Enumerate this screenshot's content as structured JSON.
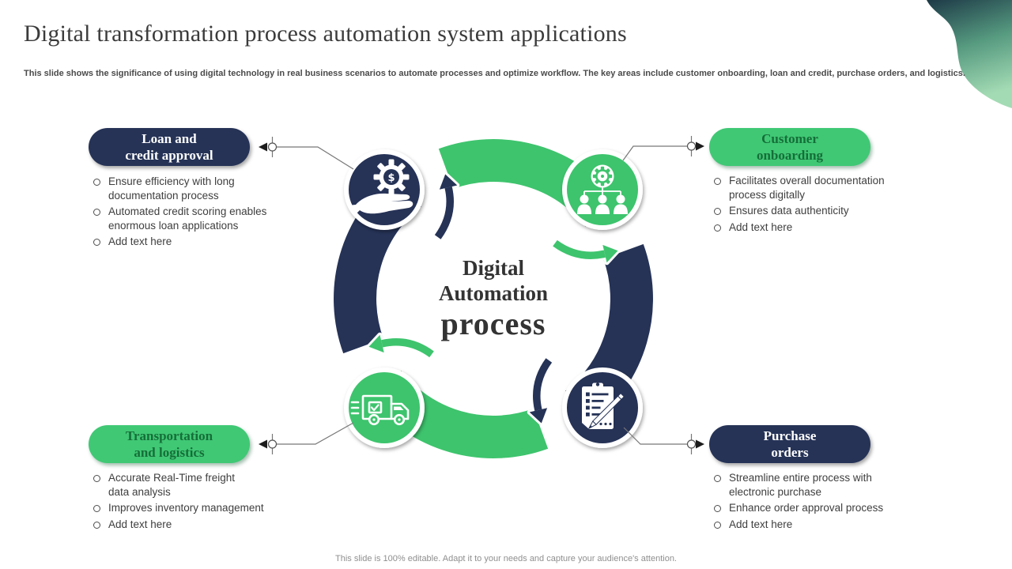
{
  "slide": {
    "title": "Digital transformation process automation system applications",
    "subtitle": "This slide shows the significance of using digital technology in real business scenarios to automate processes and optimize workflow. The key areas include customer onboarding, loan and credit, purchase orders, and logistics.",
    "footer": "This slide is 100% editable. Adapt it to your needs and capture your audience's attention."
  },
  "center_label": {
    "line1": "Digital",
    "line2": "Automation",
    "line3": "process"
  },
  "groups": {
    "loan": {
      "label": "Loan and\ncredit approval",
      "bullets": [
        "Ensure efficiency with long\ndocumentation process",
        "Automated credit scoring enables\nenormous loan applications",
        "Add text here"
      ]
    },
    "customer": {
      "label": "Customer\nonboarding",
      "bullets": [
        "Facilitates overall documentation\nprocess digitally",
        "Ensures data authenticity",
        "Add text here"
      ]
    },
    "transport": {
      "label": "Transportation\nand logistics",
      "bullets": [
        "Accurate Real-Time freight\ndata analysis",
        "Improves inventory management",
        "Add text here"
      ]
    },
    "purchase": {
      "label": "Purchase\norders",
      "bullets": [
        "Streamline entire process with\nelectronic purchase",
        "Enhance order approval process",
        "Add text here"
      ]
    }
  },
  "icons": {
    "loan": "money-hand-gear-icon",
    "customer": "team-hierarchy-gear-icon",
    "transport": "delivery-truck-icon",
    "purchase": "checklist-pencil-icon",
    "dollar_sign": "$"
  },
  "colors": {
    "navy": "#263357",
    "green": "#3ec46d",
    "pill_green": "#40c875",
    "green_label_text": "#156e38",
    "title_text": "#3b3b3b",
    "body_text": "#3e3e3e",
    "footer_text": "#8f8f8f",
    "corner_gradient_top": "#1d3947",
    "corner_gradient_bottom": "#a3dbb4"
  }
}
